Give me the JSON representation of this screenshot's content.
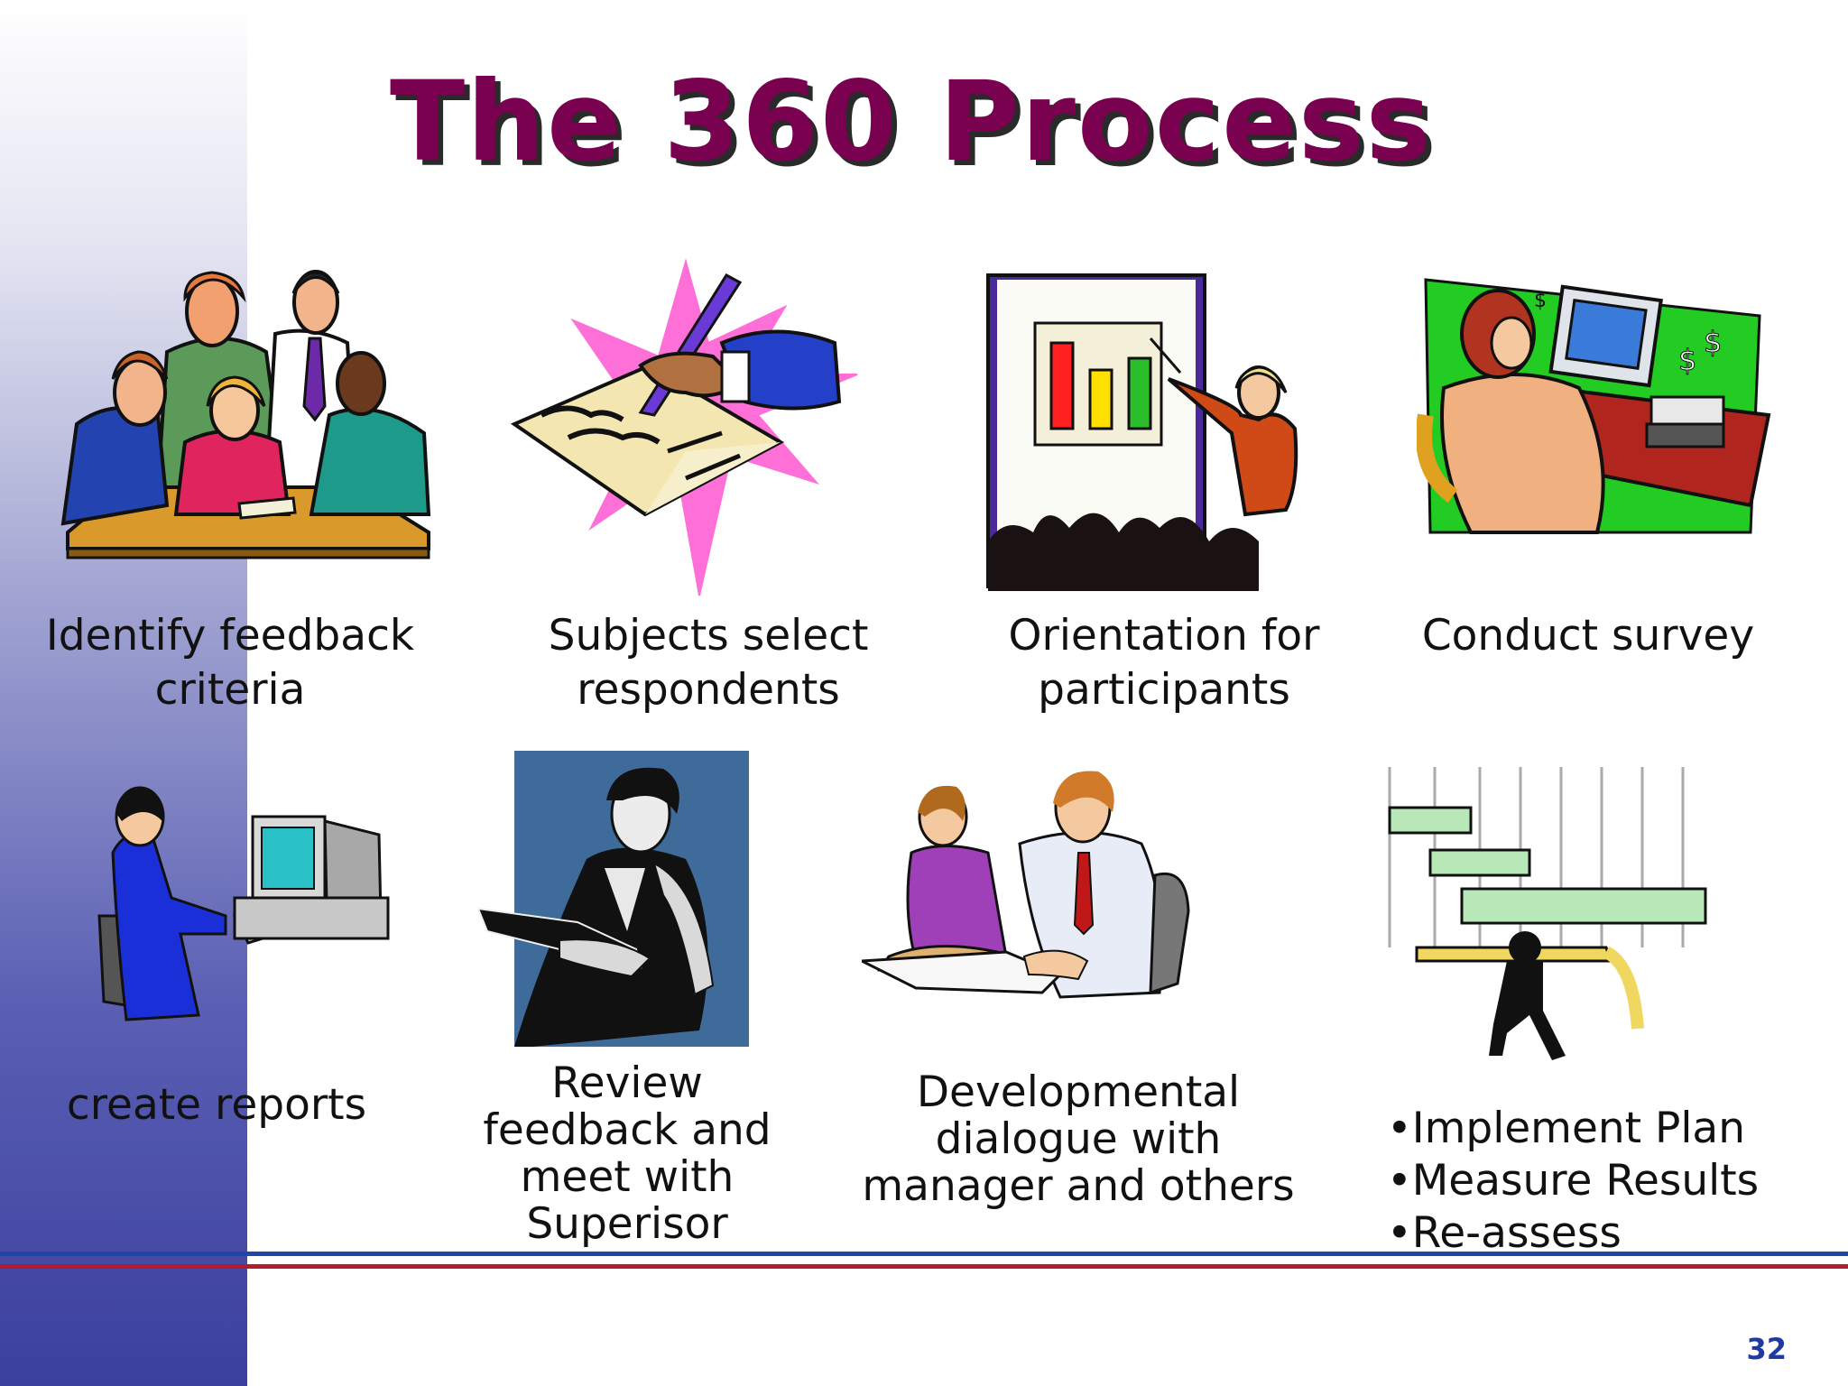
{
  "slide": {
    "title": "The 360 Process",
    "page_number": "32",
    "colors": {
      "title": "#7a0050",
      "title_shadow": "#2a2a2a",
      "sidebar_bottom": "#3b3f9e",
      "rule_blue": "#2046a8",
      "rule_red": "#b51b2e",
      "page_number": "#1f3aa0"
    }
  },
  "steps": [
    {
      "caption_line1": "Identify feedback",
      "caption_line2": "criteria",
      "icon": "team-meeting-icon"
    },
    {
      "caption_line1": "Subjects select",
      "caption_line2": "respondents",
      "icon": "signing-document-icon"
    },
    {
      "caption_line1": "Orientation for",
      "caption_line2": "participants",
      "icon": "presentation-chart-icon"
    },
    {
      "caption_line1": "Conduct survey",
      "icon": "computer-survey-icon"
    },
    {
      "caption_line1": "create reports",
      "icon": "person-at-computer-icon"
    },
    {
      "caption_line1": "Review",
      "caption_line2": "feedback and",
      "caption_line3": "meet with",
      "caption_line4": "Superisor",
      "icon": "reading-book-icon"
    },
    {
      "caption_line1": "Developmental",
      "caption_line2": "dialogue with",
      "caption_line3": "manager and others",
      "icon": "two-people-discussion-icon"
    },
    {
      "bullets": [
        "•Implement Plan",
        "•Measure Results",
        "•Re-assess"
      ],
      "icon": "gantt-measure-icon"
    }
  ]
}
